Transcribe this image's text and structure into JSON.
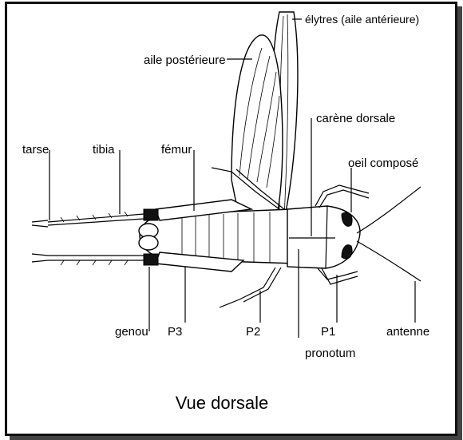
{
  "labels": {
    "elytres": "élytres (aile antérieure)",
    "aile_posterieure": "aile postérieure",
    "carene_dorsale": "carène dorsale",
    "tarse": "tarse",
    "tibia": "tibia",
    "femur": "fémur",
    "oeil_compose": "oeil composé",
    "genou": "genou",
    "p3": "P3",
    "p2": "P2",
    "p1": "P1",
    "antenne": "antenne",
    "pronotum": "pronotum"
  },
  "caption": "Vue dorsale"
}
